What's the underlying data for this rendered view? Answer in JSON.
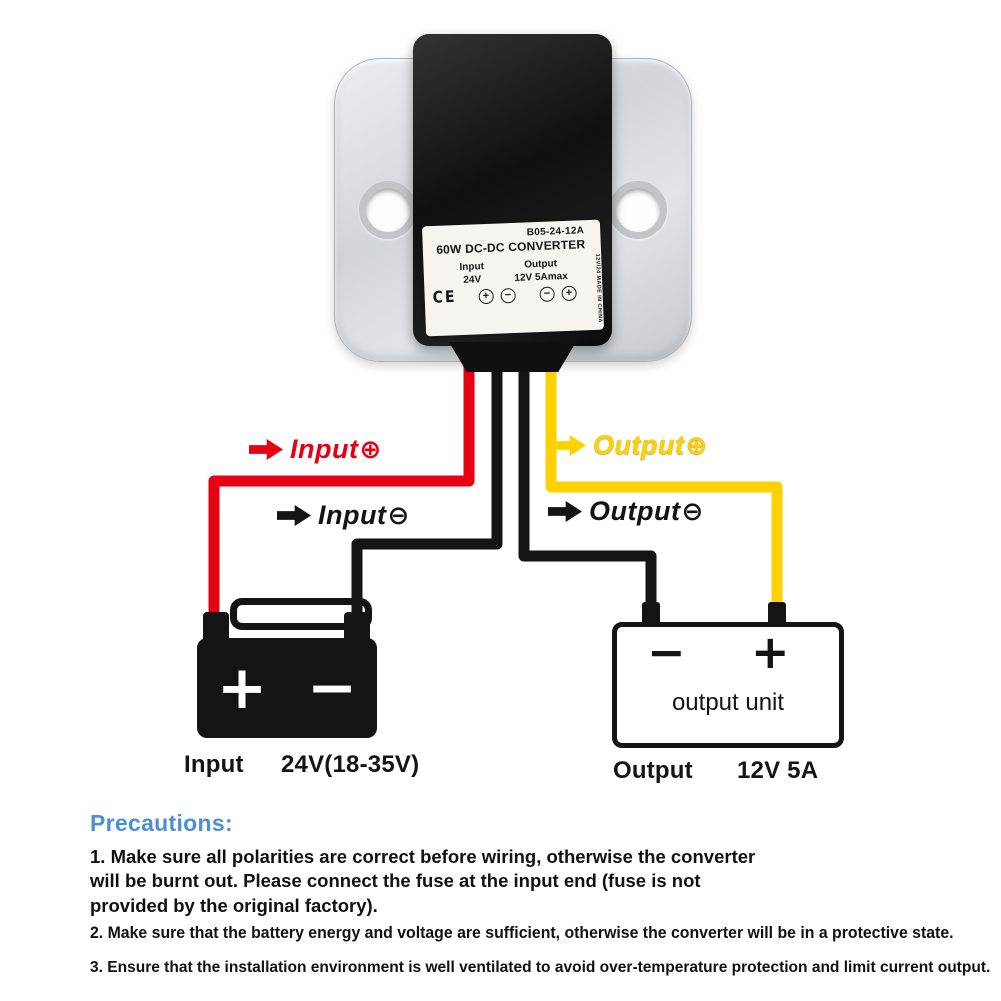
{
  "device": {
    "model": "B05-24-12A",
    "title": "60W DC-DC CONVERTER",
    "ce_mark": "CE",
    "side_text": "12V/24 MADE IN CHINA",
    "input_label": "Input",
    "input_value": "24V",
    "output_label": "Output",
    "output_value": "12V 5Amax",
    "terminal_signs": [
      "+",
      "−",
      "−",
      "+"
    ]
  },
  "wire_labels": {
    "input_pos": {
      "text": "Input",
      "sign": "⊕"
    },
    "input_neg": {
      "text": "Input",
      "sign": "⊖"
    },
    "output_pos": {
      "text": "Output",
      "sign": "⊕"
    },
    "output_neg": {
      "text": "Output",
      "sign": "⊖"
    }
  },
  "battery": {
    "plus": "+",
    "minus": "−",
    "caption_label": "Input",
    "caption_value": "24V(18-35V)"
  },
  "output_unit": {
    "minus": "−",
    "plus": "+",
    "name": "output unit",
    "caption_label": "Output",
    "caption_value": "12V 5A"
  },
  "precautions": {
    "title": "Precautions:",
    "item1": "1. Make sure all polarities are correct before wiring, otherwise the converter\nwill be burnt out. Please connect the fuse at the input end (fuse is not\nprovided by the original factory).",
    "item2": "2. Make sure that the battery energy and voltage are sufficient, otherwise the converter will be in a protective state.",
    "item3": "3. Ensure that the installation environment is well ventilated to avoid over-temperature protection and limit current output."
  },
  "colors": {
    "wire_red": "#e60012",
    "wire_yellow": "#ffd100",
    "wire_black": "#141414",
    "precautions_blue": "#4a90d2"
  }
}
